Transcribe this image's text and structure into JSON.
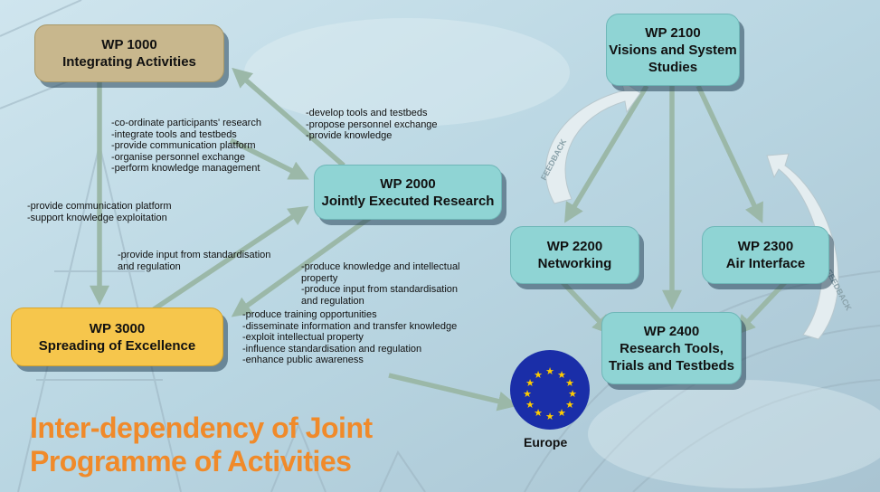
{
  "boxes": {
    "wp1000": {
      "code": "WP 1000",
      "name": "Integrating Activities"
    },
    "wp2000": {
      "code": "WP 2000",
      "name": "Jointly Executed Research"
    },
    "wp3000": {
      "code": "WP 3000",
      "name": "Spreading of Excellence"
    },
    "wp2100": {
      "code": "WP 2100",
      "line1": "Visions and System",
      "line2": "Studies"
    },
    "wp2200": {
      "code": "WP 2200",
      "name": "Networking"
    },
    "wp2300": {
      "code": "WP 2300",
      "name": "Air Interface"
    },
    "wp2400": {
      "code": "WP 2400",
      "line1": "Research Tools,",
      "line2": "Trials and Testbeds"
    }
  },
  "labels": {
    "wp2000_to_wp1000": [
      "-develop tools and testbeds",
      "-propose personnel exchange",
      "-provide knowledge"
    ],
    "wp1000_to_wp2000": [
      "-co-ordinate participants' research",
      "-integrate tools and testbeds",
      "-provide communication platform",
      "-organise personnel exchange",
      "-perform knowledge management"
    ],
    "wp1000_to_wp3000": [
      "-provide communication platform",
      "-support knowledge exploitation"
    ],
    "wp3000_to_wp2000": [
      "-provide input from standardisation",
      "and regulation"
    ],
    "wp2000_to_wp3000": [
      "-produce knowledge and intellectual",
      "property",
      "-produce input from standardisation",
      "and regulation"
    ],
    "wp3000_to_europe": [
      "-produce training opportunities",
      "-disseminate information and transfer knowledge",
      "-exploit intellectual property",
      "-influence standardisation and regulation",
      "-enhance public awareness"
    ]
  },
  "feedback_label": "FEEDBACK",
  "europe_label": "Europe",
  "title": {
    "line1": "Inter-dependency of Joint",
    "line2": "Programme of Activities"
  },
  "colors": {
    "teal_box": "#8fd4d4",
    "tan_box": "#c8b78d",
    "gold_box": "#f6c64c",
    "arrow": "#9bb8a8",
    "title": "#f08a2a",
    "eu_blue": "#1a2ea8",
    "eu_star": "#ffcc00"
  }
}
